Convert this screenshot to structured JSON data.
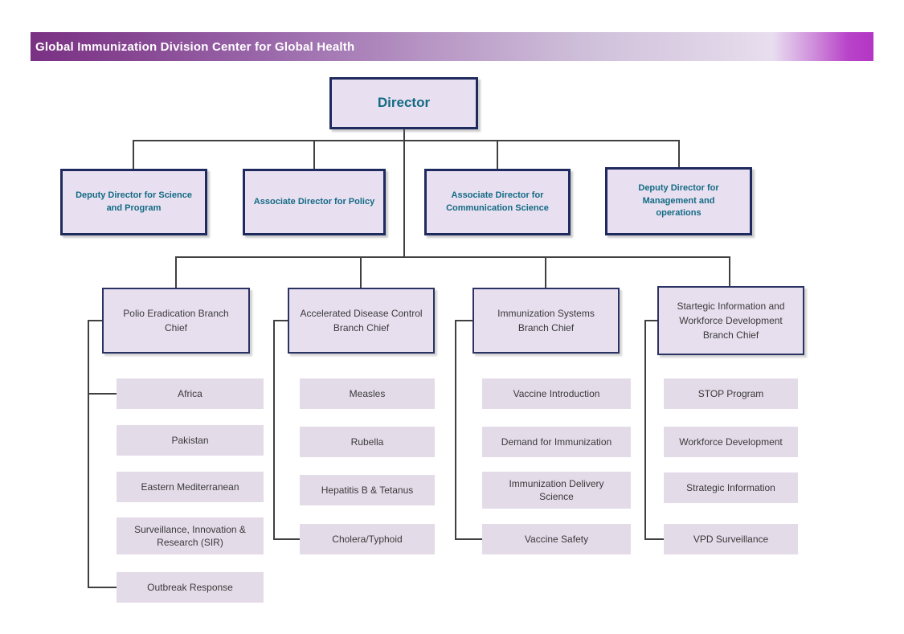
{
  "header": {
    "title": "Global Immunization Division Center for Global Health"
  },
  "director": {
    "label": "Director"
  },
  "executives": [
    {
      "label": "Deputy Director for Science and Program"
    },
    {
      "label": "Associate Director for Policy"
    },
    {
      "label": "Associate Director for Communication Science"
    },
    {
      "label": "Deputy Director for Management and operations"
    }
  ],
  "branches": [
    {
      "chief": "Polio Eradication Branch Chief",
      "units": [
        "Africa",
        "Pakistan",
        "Eastern Mediterranean",
        "Surveillance, Innovation & Research (SIR)",
        "Outbreak Response"
      ]
    },
    {
      "chief": "Accelerated Disease Control Branch Chief",
      "units": [
        "Measles",
        "Rubella",
        "Hepatitis B & Tetanus",
        "Cholera/Typhoid"
      ]
    },
    {
      "chief": "Immunization Systems Branch Chief",
      "units": [
        "Vaccine Introduction",
        "Demand for Immunization",
        "Immunization Delivery Science",
        "Vaccine Safety"
      ]
    },
    {
      "chief": "Startegic Information and Workforce Development Branch Chief",
      "units": [
        "STOP Program",
        "Workforce Development",
        "Strategic Information",
        "VPD Surveillance"
      ]
    }
  ],
  "colors": {
    "banner_left": "#7a3183",
    "banner_light": "#e8def0",
    "banner_right": "#b336c5",
    "executive_fill": "#e8dff0",
    "executive_border": "#1f2a5e",
    "executive_text": "#136b84",
    "branch_fill": "#e7deee",
    "unit_fill": "#e4dbe9",
    "body_text": "#3b3b3b",
    "connector": "#404040"
  }
}
